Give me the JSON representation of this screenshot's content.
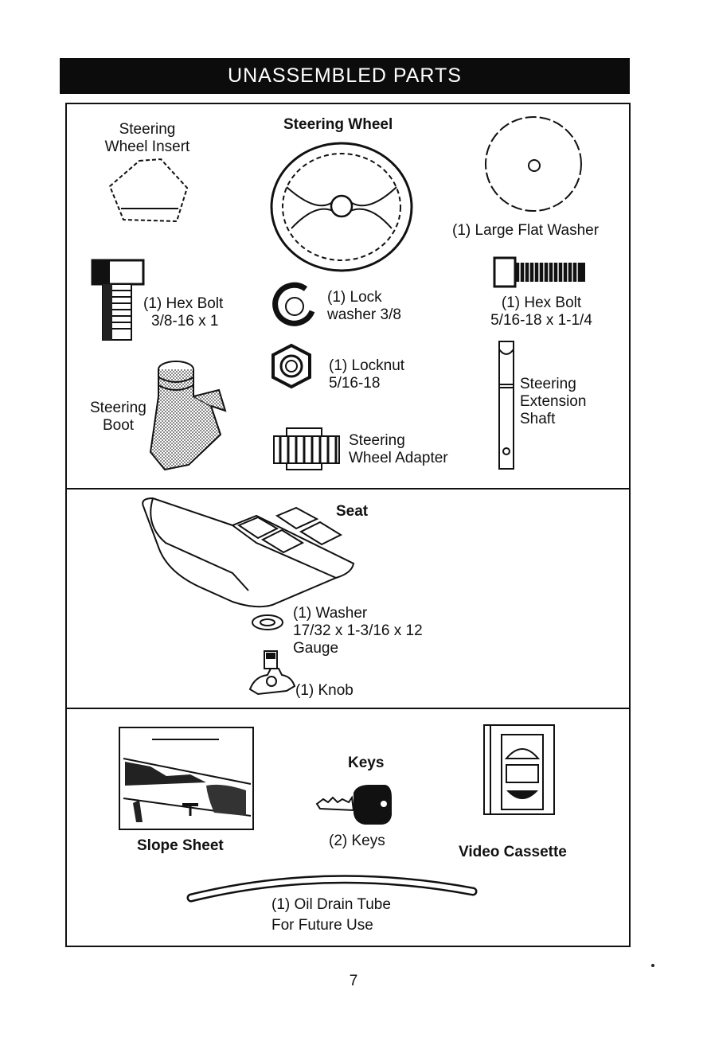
{
  "header": {
    "title": "UNASSEMBLED PARTS"
  },
  "panel1": {
    "steering_wheel_insert": [
      "Steering",
      "Wheel Insert"
    ],
    "steering_wheel": "Steering Wheel",
    "large_flat_washer": "(1) Large Flat Washer",
    "hex_bolt_small": [
      "(1) Hex Bolt",
      "3/8-16 x 1"
    ],
    "lock_washer": [
      "(1) Lock",
      "washer  3/8"
    ],
    "hex_bolt_large": [
      "(1) Hex Bolt",
      "5/16-18 x 1-1/4"
    ],
    "locknut": [
      "(1) Locknut",
      "5/16-18"
    ],
    "steering_boot": [
      "Steering",
      "Boot"
    ],
    "steering_extension_shaft": [
      "Steering",
      "Extension",
      "Shaft"
    ],
    "steering_wheel_adapter": [
      "Steering",
      "Wheel Adapter"
    ]
  },
  "panel2": {
    "seat": "Seat",
    "washer": [
      "(1) Washer",
      "17/32 x 1-3/16 x 12",
      "Gauge"
    ],
    "knob": "(1) Knob"
  },
  "panel3": {
    "slope_sheet": "Slope Sheet",
    "keys_title": "Keys",
    "keys_qty": "(2) Keys",
    "video_cassette": "Video Cassette",
    "oil_drain_tube": [
      "(1) Oil Drain Tube",
      "For Future Use"
    ]
  },
  "footer": {
    "page_number": "7"
  }
}
